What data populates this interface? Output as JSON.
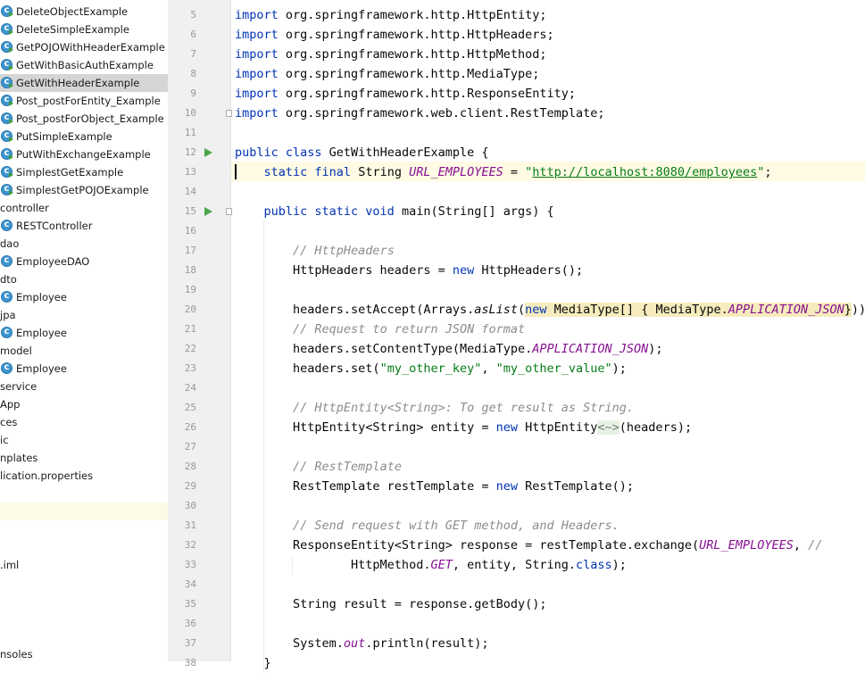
{
  "project_tree": {
    "items": [
      {
        "label": "DeleteObjectExample",
        "type": "class-run"
      },
      {
        "label": "DeleteSimpleExample",
        "type": "class-run"
      },
      {
        "label": "GetPOJOWithHeaderExample",
        "type": "class-run"
      },
      {
        "label": "GetWithBasicAuthExample",
        "type": "class-run"
      },
      {
        "label": "GetWithHeaderExample",
        "type": "class-run",
        "selected": true
      },
      {
        "label": "Post_postForEntity_Example",
        "type": "class-run"
      },
      {
        "label": "Post_postForObject_Example",
        "type": "class-run"
      },
      {
        "label": "PutSimpleExample",
        "type": "class-run"
      },
      {
        "label": "PutWithExchangeExample",
        "type": "class-run"
      },
      {
        "label": "SimplestGetExample",
        "type": "class-run"
      },
      {
        "label": "SimplestGetPOJOExample",
        "type": "class-run"
      },
      {
        "label": "controller",
        "type": "package"
      },
      {
        "label": "RESTController",
        "type": "class"
      },
      {
        "label": "dao",
        "type": "package"
      },
      {
        "label": "EmployeeDAO",
        "type": "class"
      },
      {
        "label": "dto",
        "type": "package"
      },
      {
        "label": "Employee",
        "type": "class"
      },
      {
        "label": "jpa",
        "type": "package"
      },
      {
        "label": "Employee",
        "type": "class"
      },
      {
        "label": "model",
        "type": "package"
      },
      {
        "label": "Employee",
        "type": "class"
      },
      {
        "label": "service",
        "type": "package"
      },
      {
        "label": "App",
        "type": "package"
      },
      {
        "label": "ces",
        "type": "package"
      },
      {
        "label": "ic",
        "type": "package"
      },
      {
        "label": "nplates",
        "type": "package"
      },
      {
        "label": "lication.properties",
        "type": "package"
      },
      {
        "label": "",
        "type": "blank"
      },
      {
        "label": "",
        "type": "highlighted"
      },
      {
        "label": "",
        "type": "blank"
      },
      {
        "label": "",
        "type": "blank"
      },
      {
        "label": ".iml",
        "type": "package"
      },
      {
        "label": "",
        "type": "blank"
      },
      {
        "label": "",
        "type": "blank"
      },
      {
        "label": "",
        "type": "blank"
      },
      {
        "label": "",
        "type": "blank"
      },
      {
        "label": "nsoles",
        "type": "package"
      }
    ]
  },
  "editor": {
    "current_line": 13,
    "run_gutter_lines": [
      12,
      15
    ],
    "fold_lines": [
      10,
      15
    ],
    "lines": [
      {
        "n": "5",
        "tokens": [
          {
            "t": "import",
            "c": "kw"
          },
          {
            "t": " org.springframework.http.HttpEntity;"
          }
        ]
      },
      {
        "n": "6",
        "tokens": [
          {
            "t": "import",
            "c": "kw"
          },
          {
            "t": " org.springframework.http.HttpHeaders;"
          }
        ]
      },
      {
        "n": "7",
        "tokens": [
          {
            "t": "import",
            "c": "kw"
          },
          {
            "t": " org.springframework.http.HttpMethod;"
          }
        ]
      },
      {
        "n": "8",
        "tokens": [
          {
            "t": "import",
            "c": "kw"
          },
          {
            "t": " org.springframework.http.MediaType;"
          }
        ]
      },
      {
        "n": "9",
        "tokens": [
          {
            "t": "import",
            "c": "kw"
          },
          {
            "t": " org.springframework.http.ResponseEntity;"
          }
        ]
      },
      {
        "n": "10",
        "tokens": [
          {
            "t": "import",
            "c": "kw"
          },
          {
            "t": " org.springframework.web.client.RestTemplate;"
          }
        ]
      },
      {
        "n": "11",
        "tokens": []
      },
      {
        "n": "12",
        "tokens": [
          {
            "t": "public class",
            "c": "kw"
          },
          {
            "t": " GetWithHeaderExample {"
          }
        ]
      },
      {
        "n": "13",
        "tokens": [
          {
            "t": "    "
          },
          {
            "t": "static final",
            "c": "kw"
          },
          {
            "t": " String "
          },
          {
            "t": "URL_EMPLOYEES",
            "c": "sf"
          },
          {
            "t": " = "
          },
          {
            "t": "\"",
            "c": "str"
          },
          {
            "t": "http://localhost:8080/employees",
            "c": "str url"
          },
          {
            "t": "\"",
            "c": "str"
          },
          {
            "t": ";"
          }
        ]
      },
      {
        "n": "14",
        "tokens": []
      },
      {
        "n": "15",
        "tokens": [
          {
            "t": "    "
          },
          {
            "t": "public static void",
            "c": "kw"
          },
          {
            "t": " main(String[] args) {"
          }
        ]
      },
      {
        "n": "16",
        "tokens": []
      },
      {
        "n": "17",
        "tokens": [
          {
            "t": "        "
          },
          {
            "t": "// HttpHeaders",
            "c": "cmt"
          }
        ]
      },
      {
        "n": "18",
        "tokens": [
          {
            "t": "        HttpHeaders headers = "
          },
          {
            "t": "new",
            "c": "kw"
          },
          {
            "t": " HttpHeaders();"
          }
        ]
      },
      {
        "n": "19",
        "tokens": []
      },
      {
        "n": "20",
        "tokens": [
          {
            "t": "        headers.setAccept(Arrays."
          },
          {
            "t": "asList",
            "c": "it"
          },
          {
            "t": "("
          },
          {
            "t": "new",
            "c": "kw brace-hl"
          },
          {
            "t": " MediaType[] { MediaType.",
            "c": "brace-hl"
          },
          {
            "t": "APPLICATION_JSON",
            "c": "sf brace-hl"
          },
          {
            "t": "}",
            "c": "brace-hl"
          },
          {
            "t": "));"
          }
        ]
      },
      {
        "n": "21",
        "tokens": [
          {
            "t": "        "
          },
          {
            "t": "// Request to return JSON format",
            "c": "cmt"
          }
        ]
      },
      {
        "n": "22",
        "tokens": [
          {
            "t": "        headers.setContentType(MediaType."
          },
          {
            "t": "APPLICATION_JSON",
            "c": "sf"
          },
          {
            "t": ");"
          }
        ]
      },
      {
        "n": "23",
        "tokens": [
          {
            "t": "        headers.set("
          },
          {
            "t": "\"my_other_key\"",
            "c": "str"
          },
          {
            "t": ", "
          },
          {
            "t": "\"my_other_value\"",
            "c": "str"
          },
          {
            "t": ");"
          }
        ]
      },
      {
        "n": "24",
        "tokens": []
      },
      {
        "n": "25",
        "tokens": [
          {
            "t": "        "
          },
          {
            "t": "// HttpEntity<String>: To get result as String.",
            "c": "cmt"
          }
        ]
      },
      {
        "n": "26",
        "tokens": [
          {
            "t": "        HttpEntity<String> entity = "
          },
          {
            "t": "new",
            "c": "kw"
          },
          {
            "t": " HttpEntity"
          },
          {
            "t": "<~>",
            "c": "diam"
          },
          {
            "t": "(headers);"
          }
        ]
      },
      {
        "n": "27",
        "tokens": []
      },
      {
        "n": "28",
        "tokens": [
          {
            "t": "        "
          },
          {
            "t": "// RestTemplate",
            "c": "cmt"
          }
        ]
      },
      {
        "n": "29",
        "tokens": [
          {
            "t": "        RestTemplate restTemplate = "
          },
          {
            "t": "new",
            "c": "kw"
          },
          {
            "t": " RestTemplate();"
          }
        ]
      },
      {
        "n": "30",
        "tokens": []
      },
      {
        "n": "31",
        "tokens": [
          {
            "t": "        "
          },
          {
            "t": "// Send request with GET method, and Headers.",
            "c": "cmt"
          }
        ]
      },
      {
        "n": "32",
        "tokens": [
          {
            "t": "        ResponseEntity<String> response = restTemplate.exchange("
          },
          {
            "t": "URL_EMPLOYEES",
            "c": "sf"
          },
          {
            "t": ", "
          },
          {
            "t": "//",
            "c": "cmt"
          }
        ]
      },
      {
        "n": "33",
        "tokens": [
          {
            "t": "                HttpMethod."
          },
          {
            "t": "GET",
            "c": "sf"
          },
          {
            "t": ", entity, String."
          },
          {
            "t": "class",
            "c": "kw"
          },
          {
            "t": ");"
          }
        ]
      },
      {
        "n": "34",
        "tokens": []
      },
      {
        "n": "35",
        "tokens": [
          {
            "t": "        String result = response.getBody();"
          }
        ]
      },
      {
        "n": "36",
        "tokens": []
      },
      {
        "n": "37",
        "tokens": [
          {
            "t": "        System."
          },
          {
            "t": "out",
            "c": "sf"
          },
          {
            "t": ".println(result);"
          }
        ]
      },
      {
        "n": "38",
        "tokens": [
          {
            "t": "    }"
          }
        ]
      }
    ]
  }
}
